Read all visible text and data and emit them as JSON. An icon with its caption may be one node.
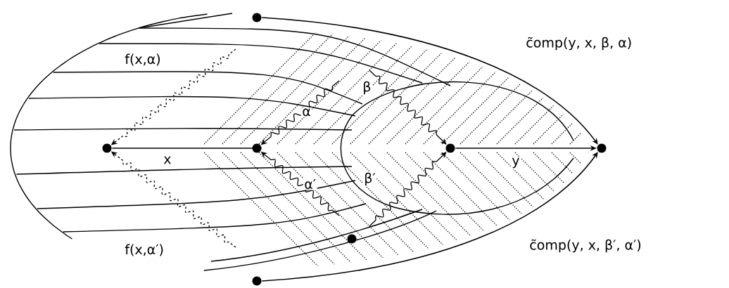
{
  "diagram": {
    "nodes": [
      {
        "text": [],
        "shape": "circle"
      },
      {
        "text": [],
        "shape": "circle"
      },
      {
        "text": [],
        "shape": "circle"
      },
      {
        "text": [],
        "shape": "circle"
      },
      {
        "text": [],
        "shape": "circle"
      },
      {
        "text": [],
        "shape": "circle"
      },
      {
        "text": [],
        "shape": "circle"
      }
    ],
    "edges": [
      {
        "from": 1,
        "to": 2,
        "arrow": "to",
        "label": "x"
      },
      {
        "from": 3,
        "to": 4,
        "arrow": "to",
        "label": "y"
      },
      {
        "from": 0,
        "to": 4,
        "arrow": "to",
        "label": "c̃omp(y, x, β, α)"
      },
      {
        "from": 6,
        "to": 4,
        "arrow": "to",
        "label": "c̃omp(y, x, β′, α′)"
      },
      {
        "from": null,
        "to": 2,
        "arrow": "to",
        "label": "α"
      },
      {
        "from": null,
        "to": 2,
        "arrow": "to",
        "label": "α′"
      },
      {
        "from": null,
        "to": 3,
        "arrow": "to",
        "label": "β"
      },
      {
        "from": null,
        "to": 3,
        "arrow": "to",
        "label": "β′"
      },
      {
        "from": null,
        "to": 1,
        "arrow": "to",
        "style": "dashed"
      },
      {
        "from": null,
        "to": 1,
        "arrow": "to",
        "style": "dashed"
      }
    ],
    "labels": [
      "f(x,α)",
      "f(x,α′)"
    ]
  }
}
